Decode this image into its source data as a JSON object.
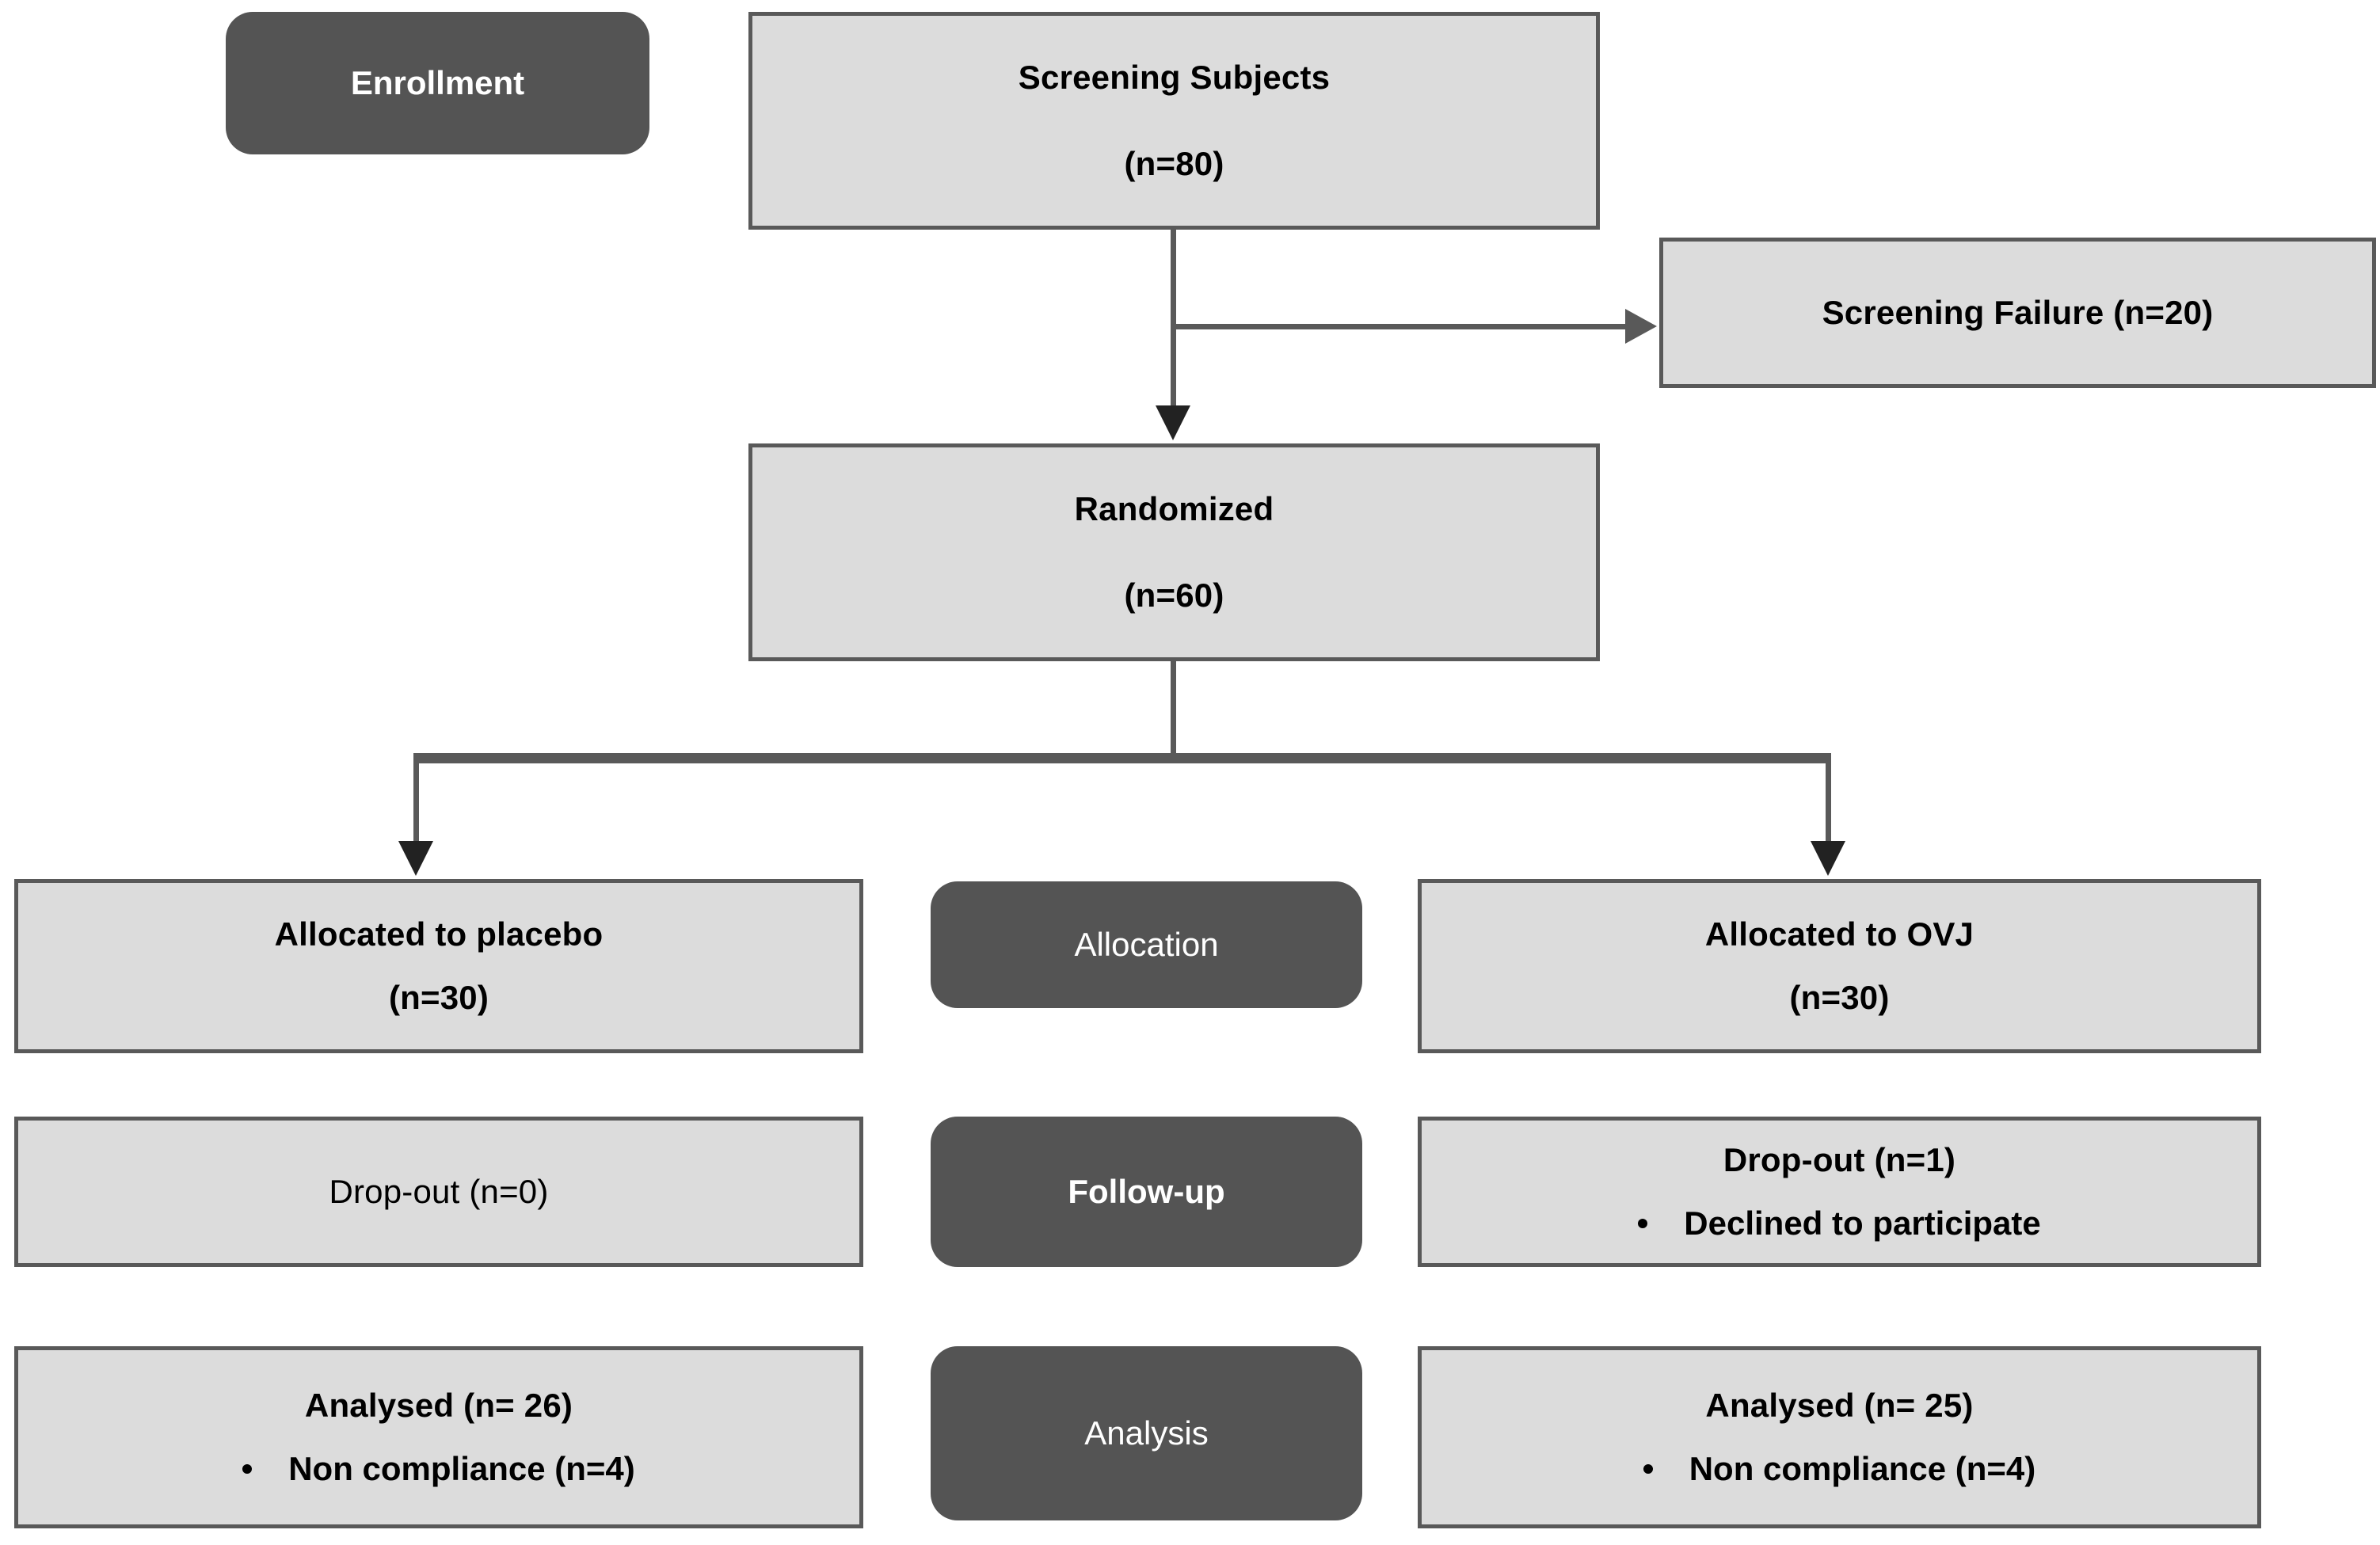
{
  "diagram": {
    "type": "consort-flow-diagram",
    "background_color": "#ffffff",
    "box_fill_color": "#dcdcdc",
    "box_border_color": "#595959",
    "stage_label_color": "#545454",
    "stage_label_text_color": "#ffffff",
    "text_color": "#000000"
  },
  "stage_labels": {
    "enrollment": "Enrollment",
    "allocation": "Allocation",
    "follow_up": "Follow-up",
    "analysis": "Analysis"
  },
  "nodes": {
    "screening_subjects": {
      "title": "Screening Subjects",
      "count": "(n=80)"
    },
    "screening_failure": {
      "title": "Screening Failure  (n=20)"
    },
    "randomized": {
      "title": "Randomized",
      "count": "(n=60)"
    },
    "allocated_placebo": {
      "title": "Allocated to placebo",
      "count": "(n=30)"
    },
    "allocated_ovj": {
      "title": "Allocated to OVJ",
      "count": "(n=30)"
    },
    "followup_placebo": {
      "title": "Drop-out (n=0)"
    },
    "followup_ovj": {
      "title": "Drop-out (n=1)",
      "reason": "Declined to participate"
    },
    "analysis_placebo": {
      "title": "Analysed (n= 26)",
      "reason": "Non compliance (n=4)"
    },
    "analysis_ovj": {
      "title": "Analysed (n= 25)",
      "reason": "Non compliance (n=4)"
    }
  },
  "connectors": {
    "screening_to_randomized": "vertical-arrow-down",
    "screening_to_failure": "horizontal-arrow-right",
    "randomized_split_left": "arrow-down-to-placebo",
    "randomized_split_right": "arrow-down-to-ovj"
  }
}
